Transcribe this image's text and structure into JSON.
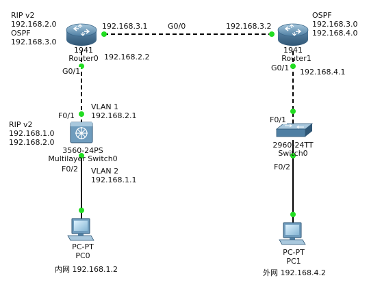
{
  "devices": {
    "router0": {
      "model": "1941",
      "name": "Router0",
      "proto": [
        "RIP v2",
        "192.168.2.0",
        "OSPF",
        "192.168.3.0"
      ]
    },
    "router1": {
      "model": "1941",
      "name": "Router1",
      "proto": [
        "OSPF",
        "192.168.3.0",
        "192.168.4.0"
      ]
    },
    "mlswitch": {
      "model": "3560-24PS",
      "name": "Multilayer Switch0",
      "proto": [
        "RIP v2",
        "192.168.1.0",
        "192.168.2.0"
      ]
    },
    "switch0": {
      "model": "2960-24TT",
      "name": "Switch0"
    },
    "pc0": {
      "model": "PC-PT",
      "name": "PC0",
      "caption": "内网 192.168.1.2"
    },
    "pc1": {
      "model": "PC-PT",
      "name": "PC1",
      "caption": "外网 192.168.4.2"
    }
  },
  "links": {
    "r0_r1": {
      "r0_ip": "192.168.3.1",
      "iface": "G0/0",
      "r1_ip": "192.168.3.2"
    },
    "r0_ml": {
      "r0_ip": "192.168.2.2",
      "r0_iface": "G0/1",
      "ml_iface": "F0/1",
      "vlan": "VLAN 1",
      "vlan_ip": "192.168.2.1"
    },
    "ml_pc0": {
      "ml_iface": "F0/2",
      "vlan": "VLAN 2",
      "vlan_ip": "192.168.1.1"
    },
    "r1_sw": {
      "r1_iface": "G0/1",
      "r1_ip": "192.168.4.1",
      "sw_iface": "F0/1"
    },
    "sw_pc1": {
      "sw_iface": "F0/2"
    }
  },
  "colors": {
    "link": "#000000",
    "port_up": "#22dd22",
    "router_body": "#5d8fb3",
    "switch_body": "#6f9cbd"
  }
}
